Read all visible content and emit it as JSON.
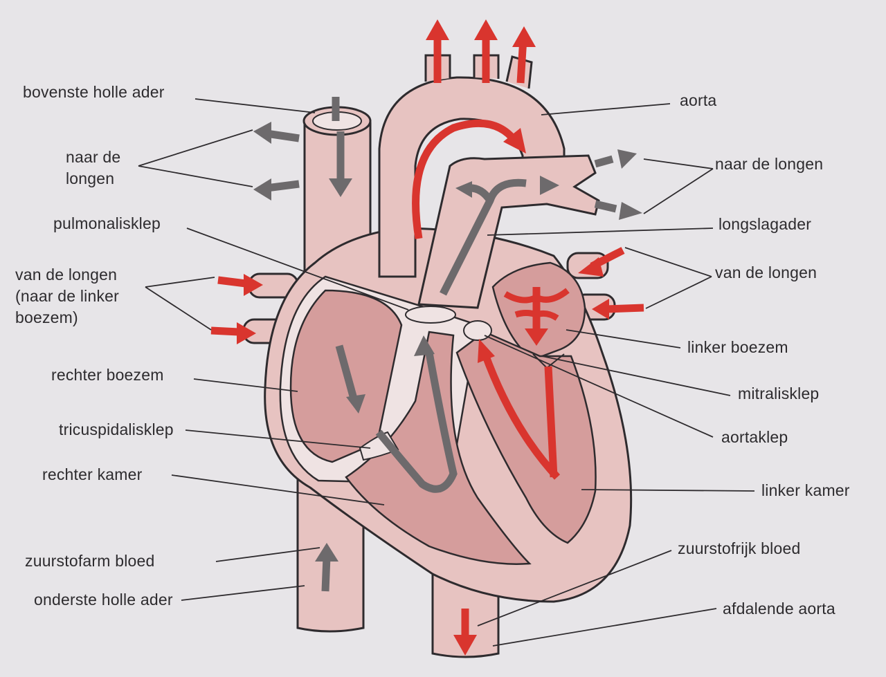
{
  "labels": {
    "bovenste_holle_ader": "bovenste holle ader",
    "naar_de_longen_left": "naar de\nlongen",
    "pulmonalisklep": "pulmonalisklep",
    "van_de_longen_left": "van de longen\n(naar de linker\nboezem)",
    "rechter_boezem": "rechter boezem",
    "tricuspidalisklep": "tricuspidalisklep",
    "rechter_kamer": "rechter kamer",
    "zuurstofarm_bloed": "zuurstofarm bloed",
    "onderste_holle_ader": "onderste holle ader",
    "aorta": "aorta",
    "naar_de_longen_right": "naar de longen",
    "longslagader": "longslagader",
    "van_de_longen_right": "van de longen",
    "linker_boezem": "linker boezem",
    "mitralisklep": "mitralisklep",
    "aortaklep": "aortaklep",
    "linker_kamer": "linker kamer",
    "zuurstofrijk_bloed": "zuurstofrijk bloed",
    "afdalende_aorta": "afdalende aorta"
  },
  "colors": {
    "background": "#e7e5e8",
    "vessel": "#e7c3c1",
    "chamber": "#d59d9c",
    "wall": "#efe3e3",
    "oxygen_rich_arrow": "#d9352e",
    "oxygen_poor_arrow": "#6d6a6c",
    "outline": "#2e2b2e"
  }
}
